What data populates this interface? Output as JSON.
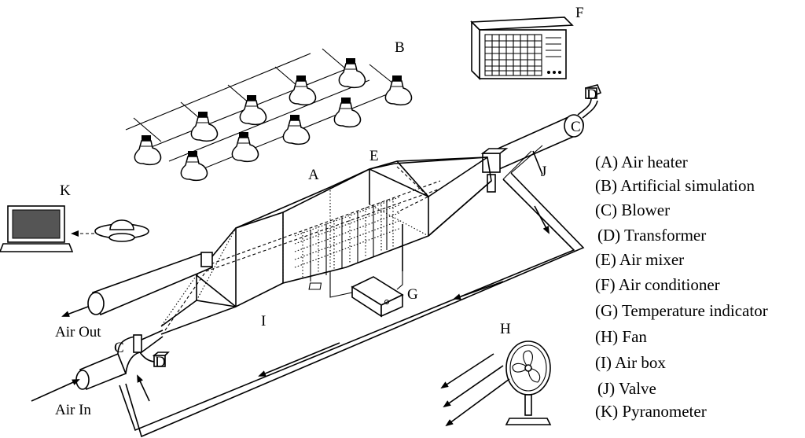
{
  "components": {
    "A": "A",
    "B": "B",
    "C": "C",
    "D": "D",
    "E": "E",
    "F": "F",
    "G": "G",
    "H": "H",
    "I": "I",
    "J": "J",
    "K": "K"
  },
  "flow": {
    "air_out": "Air Out",
    "air_in": "Air In"
  },
  "legend": [
    "(A) Air heater",
    "(B) Artificial simulation",
    "(C) Blower",
    "(D) Transformer",
    "(E) Air mixer",
    "(F) Air conditioner",
    "(G) Temperature indicator",
    "(H) Fan",
    "(I) Air box",
    "(J) Valve",
    "(K) Pyranometer"
  ]
}
